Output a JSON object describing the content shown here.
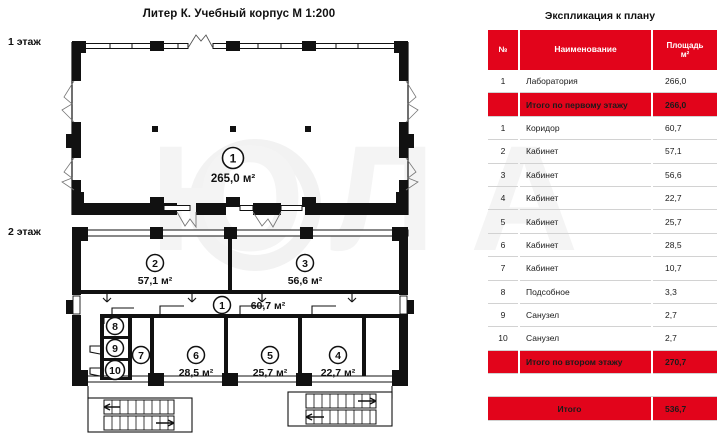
{
  "plan": {
    "title": "Литер К. Учебный корпус  М 1:200",
    "floor1_label": "1 этаж",
    "floor2_label": "2 этаж",
    "floor1_rooms": [
      {
        "num": "1",
        "area": "265,0 м²"
      }
    ],
    "floor2_rooms": [
      {
        "num": "2",
        "area": "57,1 м²"
      },
      {
        "num": "3",
        "area": "56,6 м²"
      },
      {
        "num": "1",
        "area": "60,7 м²"
      },
      {
        "num": "6",
        "area": "28,5 м²"
      },
      {
        "num": "5",
        "area": "25,7 м²"
      },
      {
        "num": "4",
        "area": "22,7 м²"
      },
      {
        "num": "7",
        "area": ""
      },
      {
        "num": "8",
        "area": ""
      },
      {
        "num": "9",
        "area": ""
      },
      {
        "num": "10",
        "area": ""
      }
    ]
  },
  "table": {
    "title": "Экспликация к плану",
    "accent_color": "#e2041b",
    "headers": {
      "num": "№",
      "name": "Наименование",
      "area_line1": "Площадь",
      "area_line2": "м²"
    },
    "rows": [
      {
        "type": "data",
        "num": "1",
        "name": "Лаборатория",
        "area": "266,0"
      },
      {
        "type": "total",
        "num": "",
        "name": "Итого по первому этажу",
        "area": "266,0"
      },
      {
        "type": "data",
        "num": "1",
        "name": "Коридор",
        "area": "60,7"
      },
      {
        "type": "data",
        "num": "2",
        "name": "Кабинет",
        "area": "57,1"
      },
      {
        "type": "data",
        "num": "3",
        "name": "Кабинет",
        "area": "56,6"
      },
      {
        "type": "data",
        "num": "4",
        "name": "Кабинет",
        "area": "22,7"
      },
      {
        "type": "data",
        "num": "5",
        "name": "Кабинет",
        "area": "25,7"
      },
      {
        "type": "data",
        "num": "6",
        "name": "Кабинет",
        "area": "28,5"
      },
      {
        "type": "data",
        "num": "7",
        "name": "Кабинет",
        "area": "10,7"
      },
      {
        "type": "data",
        "num": "8",
        "name": "Подсобное",
        "area": "3,3"
      },
      {
        "type": "data",
        "num": "9",
        "name": "Санузел",
        "area": "2,7"
      },
      {
        "type": "data",
        "num": "10",
        "name": "Санузел",
        "area": "2,7"
      },
      {
        "type": "total",
        "num": "",
        "name": "Итого по втором этажу",
        "area": "270,7"
      },
      {
        "type": "grand",
        "num": "",
        "name": "Итого",
        "area": "536,7"
      }
    ]
  }
}
